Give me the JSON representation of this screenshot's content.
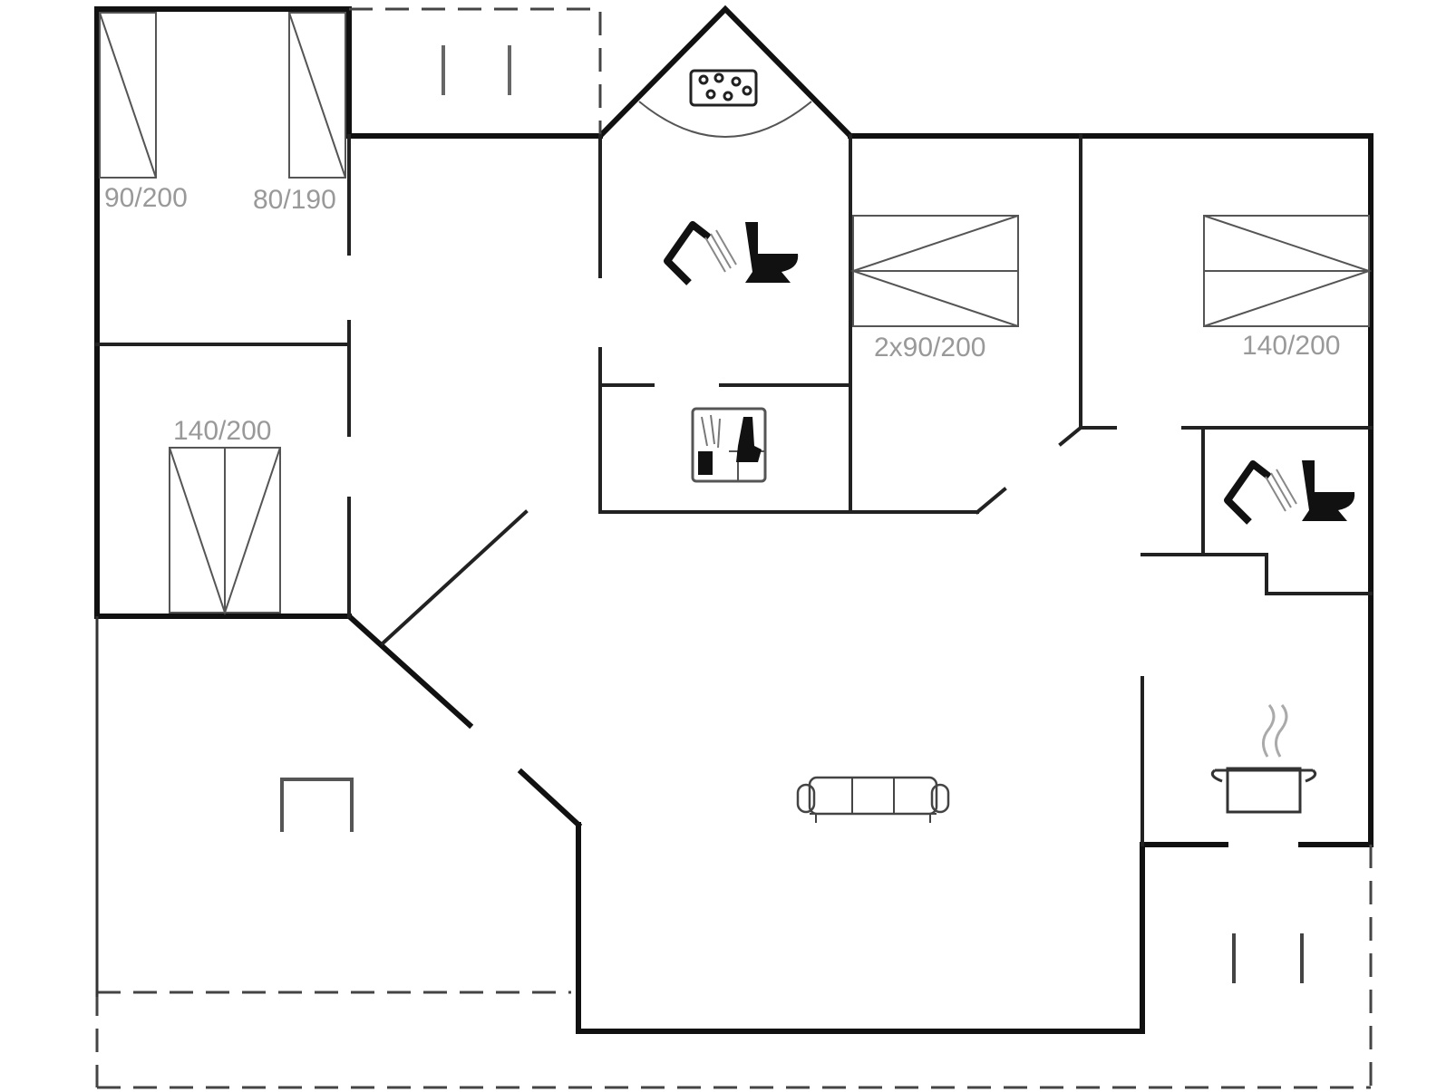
{
  "plan": {
    "bed_labels": {
      "room1_left": "90/200",
      "room1_right": "80/190",
      "room2": "140/200",
      "room3": "2x90/200",
      "room4": "140/200"
    },
    "icons": [
      "spa-bath-icon",
      "shower-icon",
      "toilet-icon",
      "sauna-icon",
      "sofa-icon",
      "cooking-pot-icon"
    ]
  }
}
